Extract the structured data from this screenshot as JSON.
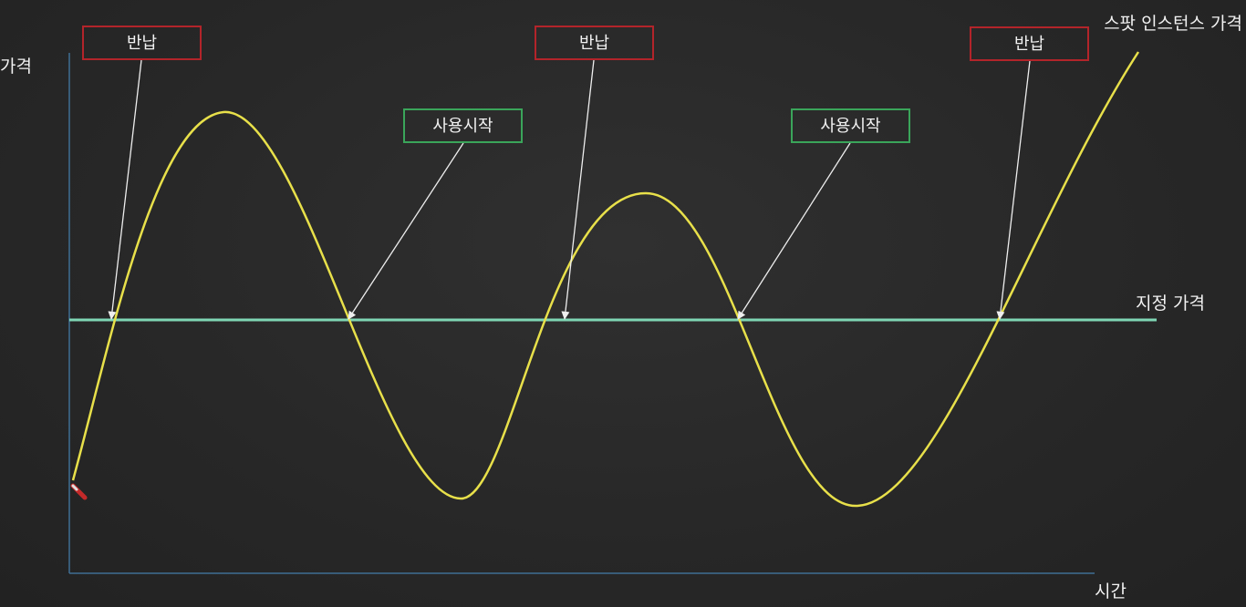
{
  "axes": {
    "y_label": "가격",
    "x_label": "시간"
  },
  "lines": {
    "spot_price_label": "스팟 인스턴스 가격",
    "fixed_price_label": "지정 가격"
  },
  "callouts": {
    "return_1": "반납",
    "return_2": "반납",
    "return_3": "반납",
    "start_1": "사용시작",
    "start_2": "사용시작"
  },
  "colors": {
    "spot_line": "#e8e04a",
    "fixed_line": "#7fd6b4",
    "axis": "#3f6e93",
    "return_box": "#b3242a",
    "start_box": "#3aa55a",
    "arrow": "#eeeeee"
  }
}
